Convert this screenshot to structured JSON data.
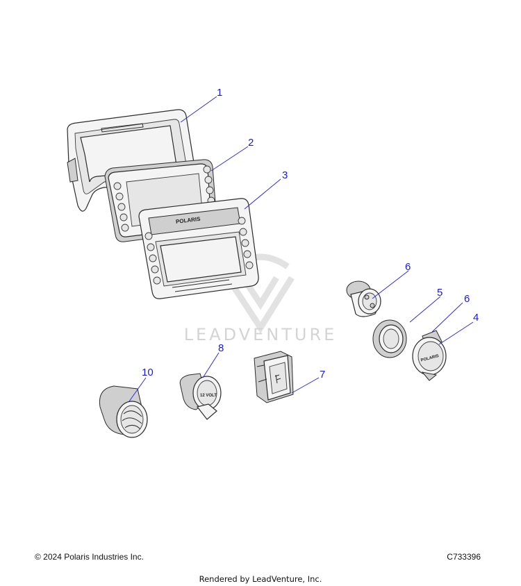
{
  "watermark": {
    "text": "LEADVENTURE"
  },
  "callouts": [
    "1",
    "2",
    "3",
    "4",
    "5",
    "6",
    "6",
    "7",
    "8",
    "10"
  ],
  "part_labels": {
    "bezel_logo": "POLARIS",
    "cap_logo": "POLARIS",
    "outlet_label": "12 VOLT"
  },
  "footer": {
    "copyright": "© 2024 Polaris Industries Inc.",
    "drawing_number": "C733396",
    "rendered_by": "Rendered by LeadVenture, Inc."
  }
}
